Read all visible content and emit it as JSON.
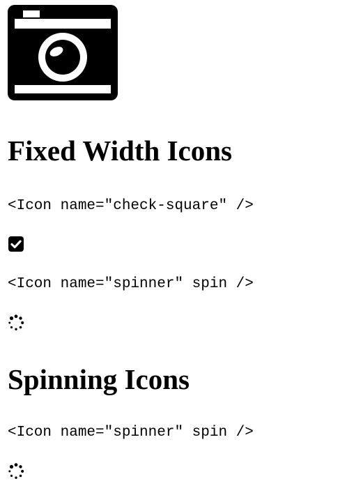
{
  "icons": {
    "camera": "camera-icon",
    "check_square": "check-square-icon",
    "spinner": "spinner-icon"
  },
  "sections": {
    "fixed_width": {
      "title": "Fixed Width Icons",
      "example_1": "<Icon name=\"check-square\" />",
      "example_2": "<Icon name=\"spinner\" spin />"
    },
    "spinning": {
      "title": "Spinning Icons",
      "example_1": "<Icon name=\"spinner\" spin />"
    }
  },
  "colors": {
    "text": "#000000",
    "background": "#ffffff"
  }
}
